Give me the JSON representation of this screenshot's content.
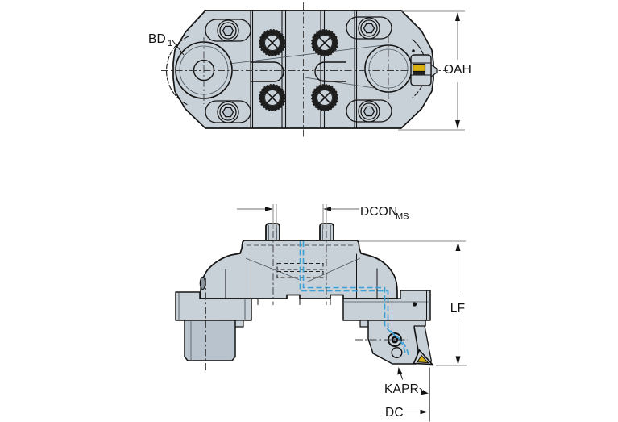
{
  "drawing": {
    "type": "technical-dimension-drawing",
    "labels": {
      "bd1": {
        "base": "BD",
        "sub": "1"
      },
      "oah": "OAH",
      "dcon": {
        "base": "DCON",
        "sub": "MS"
      },
      "lf": "LF",
      "kapr": "KAPR",
      "dc": "DC"
    },
    "colors": {
      "background": "#ffffff",
      "body_fill": "#c8d0d8",
      "body_shade": "#b9c3cd",
      "outline": "#141414",
      "centerline": "#3a3a3a",
      "dimension": "#6e6e6e",
      "coolant_line": "#3aa0d8",
      "insert_gold": "#d9af0f",
      "label_text": "#111111"
    }
  }
}
